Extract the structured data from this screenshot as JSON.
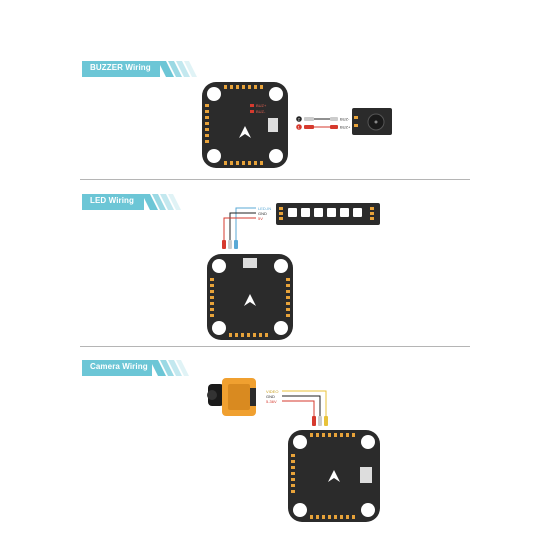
{
  "sections": {
    "buzzer": {
      "title": "BUZZER Wiring",
      "fc_pad_pos": "BUZ+",
      "fc_pad_neg": "BUZ-",
      "wire_neg_marker": "2",
      "wire_pos_marker": "1",
      "buzzer_pin_neg": "BUZ-",
      "buzzer_pin_pos": "BUZ+"
    },
    "led": {
      "title": "LED Wiring",
      "label_signal": "LED-IN",
      "label_gnd": "GND",
      "label_power": "5V"
    },
    "camera": {
      "title": "Camera Wiring",
      "label_video": "VIDEO",
      "label_gnd": "GND",
      "label_power": "5-36V"
    }
  },
  "colors": {
    "tag": "#6cc6d6",
    "board": "#2b2b2b",
    "pad": "#e8a33a",
    "wire_red": "#d63a2e",
    "wire_black": "#222222",
    "wire_blue": "#5aa9d6",
    "wire_yellow": "#e8c23a",
    "camera_body": "#f0a030"
  }
}
